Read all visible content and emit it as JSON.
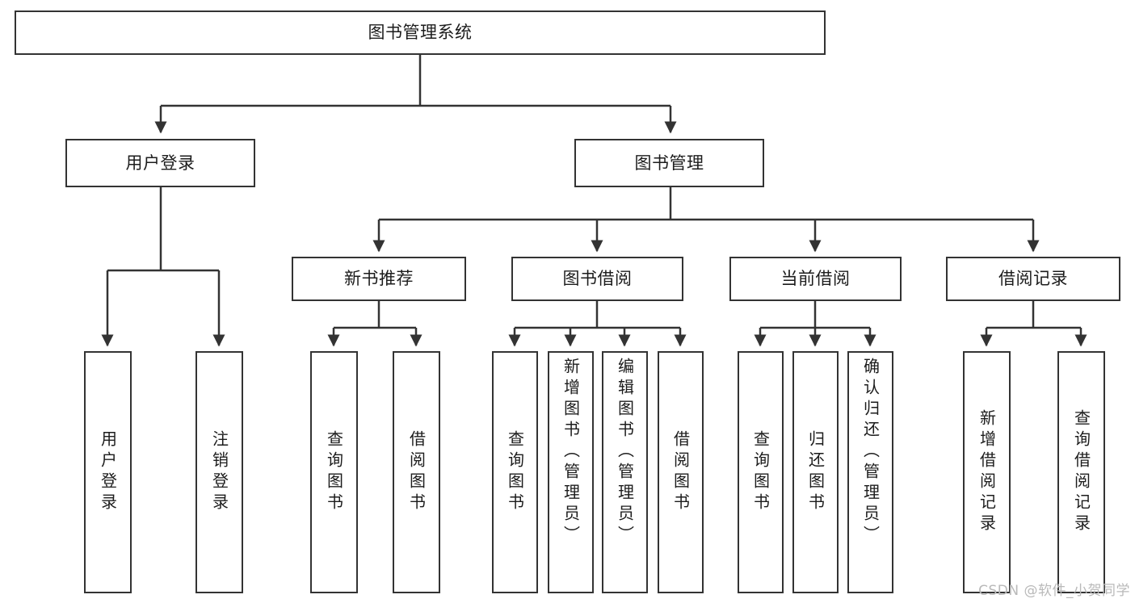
{
  "diagram": {
    "type": "hierarchy-tree",
    "title": "图书管理系统",
    "root": {
      "label": "图书管理系统"
    },
    "level2": [
      {
        "label": "用户登录"
      },
      {
        "label": "图书管理"
      }
    ],
    "level3": [
      {
        "label": "新书推荐"
      },
      {
        "label": "图书借阅"
      },
      {
        "label": "当前借阅"
      },
      {
        "label": "借阅记录"
      }
    ],
    "leaves": {
      "user_login": [
        {
          "label": "用户登录"
        },
        {
          "label": "注销登录"
        }
      ],
      "new_book_recommend": [
        {
          "label": "查询图书"
        },
        {
          "label": "借阅图书"
        }
      ],
      "book_borrow": [
        {
          "label": "查询图书"
        },
        {
          "label": "新增图书（管理员）"
        },
        {
          "label": "编辑图书（管理员）"
        },
        {
          "label": "借阅图书"
        }
      ],
      "current_borrow": [
        {
          "label": "查询图书"
        },
        {
          "label": "归还图书"
        },
        {
          "label": "确认归还（管理员）"
        }
      ],
      "borrow_record": [
        {
          "label": "新增借阅记录"
        },
        {
          "label": "查询借阅记录"
        }
      ]
    }
  },
  "watermark": {
    "text": "CSDN @软件_小贺同学"
  },
  "colors": {
    "border": "#333333",
    "background": "#ffffff",
    "text": "#1c1c1c",
    "watermark": "#b9b9b9"
  }
}
